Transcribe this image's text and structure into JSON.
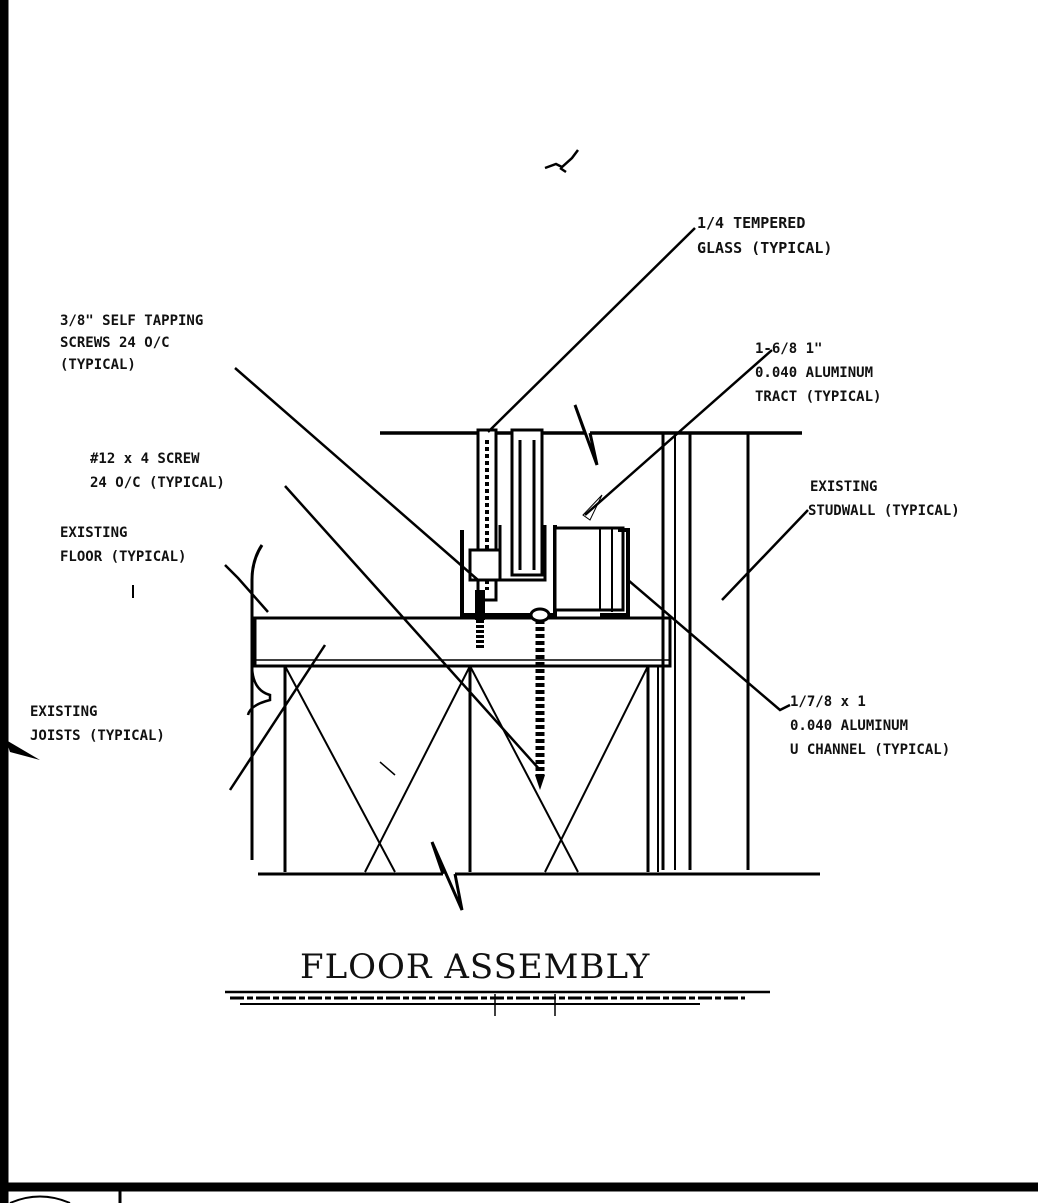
{
  "drawing": {
    "title": "FLOOR ASSEMBLY",
    "labels": {
      "tempered_glass": [
        "1/4 TEMPERED",
        "GLASS (TYPICAL)"
      ],
      "self_tapping": [
        "3/8\" SELF TAPPING",
        "SCREWS 24 O/C",
        "(TYPICAL)"
      ],
      "aluminum_track": [
        "1-6/8   1\"",
        "0.040 ALUMINUM",
        "TRACT (TYPICAL)"
      ],
      "screw": [
        "#12 x 4 SCREW",
        "24 O/C (TYPICAL)"
      ],
      "existing_stud": [
        "EXISTING",
        "STUDWALL (TYPICAL)"
      ],
      "existing_floor": [
        "EXISTING",
        "FLOOR (TYPICAL)"
      ],
      "existing_joist": [
        "EXISTING",
        "JOISTS (TYPICAL)"
      ],
      "aluminum_channel": [
        "1/7/8  x 1",
        "0.040 ALUMINUM",
        "U  CHANNEL (TYPICAL)"
      ]
    }
  }
}
